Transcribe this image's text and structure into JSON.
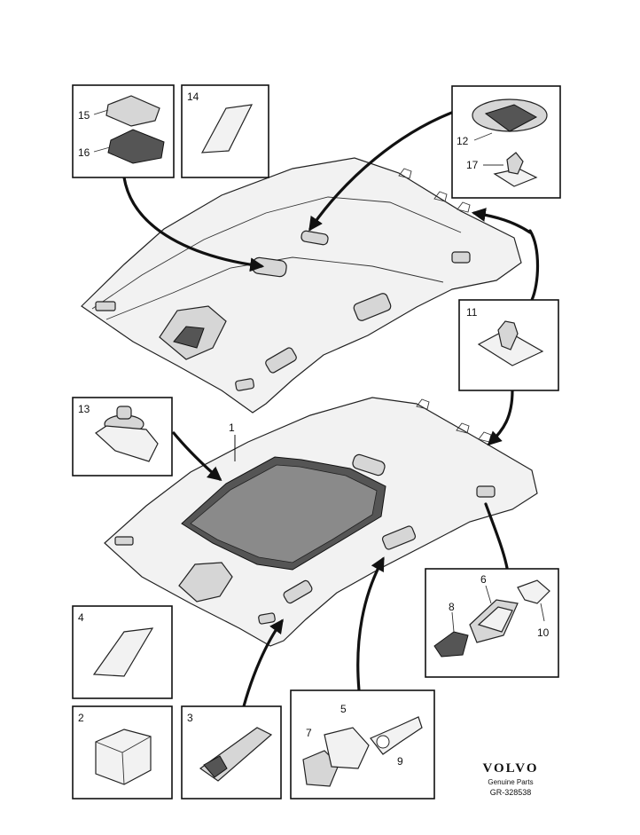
{
  "callouts": {
    "c1": "1",
    "c2": "2",
    "c3": "3",
    "c4": "4",
    "c5": "5",
    "c6": "6",
    "c7": "7",
    "c8": "8",
    "c9": "9",
    "c10": "10",
    "c11": "11",
    "c12": "12",
    "c13": "13",
    "c14": "14",
    "c15": "15",
    "c16": "16",
    "c17": "17"
  },
  "brand": {
    "logo": "VOLVO",
    "subtitle": "Genuine Parts",
    "code": "GR-328538"
  }
}
